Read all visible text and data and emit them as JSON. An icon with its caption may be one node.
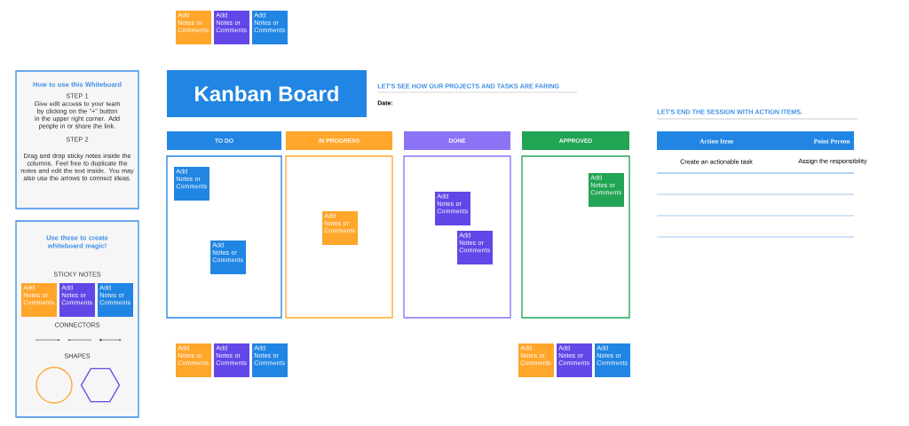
{
  "diagram": {
    "title": "Kanban Board",
    "nodes": [
      {
        "text": [
          "How to use this Whiteboard",
          "STEP 1",
          "Give edit access to your team by clicking on the \"+\" button in the upper right corner. Add people in or share the link.",
          "STEP 2",
          "Drag and drop sticky notes inside the columns. Feel free to duplicate the notes and edit the text inside. You may also use the arrows to connect ideas."
        ]
      },
      {
        "text": [
          "Use these to create whiteboard magic!",
          "STICKY NOTES",
          "CONNECTORS",
          "SHAPES"
        ]
      },
      {
        "text": [
          "Add Notes or Comments"
        ],
        "in": 1
      },
      {
        "text": [
          "Add Notes or Comments"
        ],
        "in": 1
      },
      {
        "text": [
          "Add Notes or Comments"
        ],
        "in": 1
      },
      {
        "text": [],
        "shape": "circle",
        "in": 1
      },
      {
        "text": [],
        "shape": "hexagon",
        "in": 1
      },
      {
        "text": [
          "Add Notes or Comments"
        ]
      },
      {
        "text": [
          "Add Notes or Comments"
        ]
      },
      {
        "text": [
          "Add Notes or Comments"
        ]
      },
      {
        "text": [
          "TO DO"
        ]
      },
      {
        "text": [
          "IN PROGRESS"
        ]
      },
      {
        "text": [
          "DONE"
        ]
      },
      {
        "text": [
          "APPROVED"
        ]
      },
      {
        "text": [],
        "shape": "box"
      },
      {
        "text": [],
        "shape": "box"
      },
      {
        "text": [],
        "shape": "box"
      },
      {
        "text": [],
        "shape": "box"
      },
      {
        "text": [
          "Add Notes or Comments"
        ],
        "in": 14
      },
      {
        "text": [
          "Add Notes or Comments"
        ],
        "in": 14
      },
      {
        "text": [
          "Add Notes or Comments"
        ],
        "in": 15
      },
      {
        "text": [
          "Add Notes or Comments"
        ],
        "in": 16
      },
      {
        "text": [
          "Add Notes or Comments"
        ],
        "in": 16
      },
      {
        "text": [
          "Add Notes or Comments"
        ],
        "in": 17
      },
      {
        "text": [
          "Add Notes or Comments"
        ]
      },
      {
        "text": [
          "Add Notes or Comments"
        ]
      },
      {
        "text": [
          "Add Notes or Comments"
        ]
      },
      {
        "text": [
          "Add Notes or Comments"
        ]
      },
      {
        "text": [
          "Add Notes or Comments"
        ]
      },
      {
        "text": [
          "Add Notes or Comments"
        ]
      }
    ],
    "labels": [
      "LET'S SEE HOW OUR PROJECTS AND TASKS ARE FARING",
      "Date:",
      "LET'S END THE SESSION WITH ACTION ITEMS.",
      "Action Item",
      "Point Person",
      "Create an actionable task",
      "Assign the responsibility"
    ]
  }
}
